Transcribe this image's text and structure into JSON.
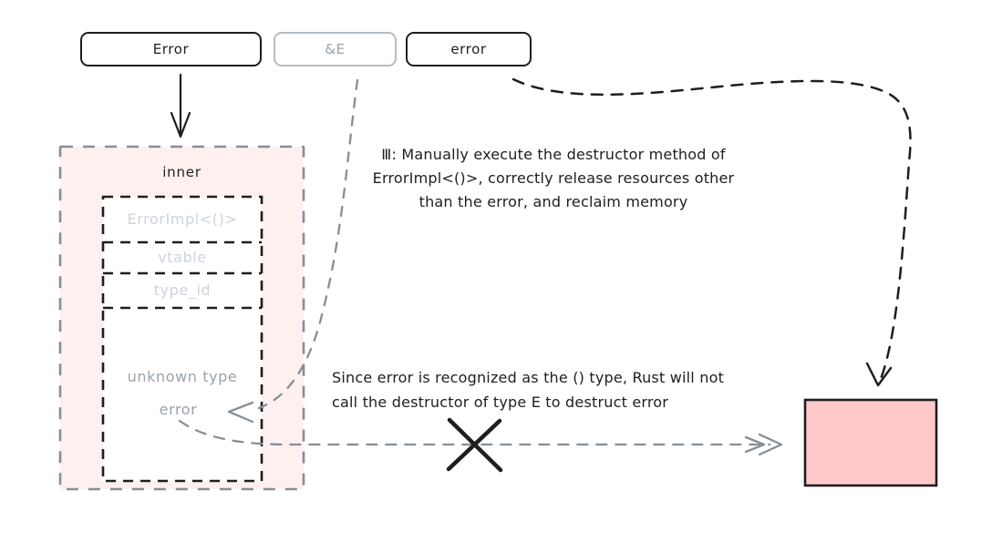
{
  "colors": {
    "ink": "#1e1e1e",
    "gray": "#868e96",
    "light_gray_text": "#ced4da",
    "mid_gray_text": "#99a3ab",
    "gray_box_border": "#b6bdc4",
    "memory_fill": "#fdf0ef",
    "freed_fill": "#ffc9c9",
    "white": "#ffffff"
  },
  "nodes": {
    "error_type": {
      "label": "Error"
    },
    "ref_e": {
      "label": "&E"
    },
    "error_var": {
      "label": "error"
    }
  },
  "memory": {
    "title": "inner",
    "fields": [
      "ErrorImpl<()>",
      "vtable",
      "type_id"
    ],
    "payload": [
      "unknown type",
      "error"
    ]
  },
  "notes": {
    "step": [
      "Ⅲ: Manually execute the destructor method of",
      "ErrorImpl<()>, correctly release resources other",
      "than the error, and reclaim memory"
    ],
    "no_destructor": [
      "Since error is recognized as the () type, Rust will not",
      "call the destructor of type E to destruct error"
    ]
  }
}
